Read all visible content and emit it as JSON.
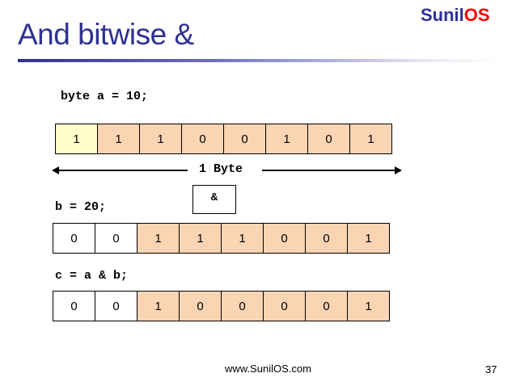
{
  "slide": {
    "title": "And bitwise &",
    "logo": {
      "part1": "Sunil",
      "part2": "OS"
    },
    "footer": "www.SunilOS.com",
    "page_number": "37"
  },
  "code": {
    "line_a": "byte a = 10;",
    "line_b": "b = 20;",
    "line_c": "c = a & b;"
  },
  "byte_label": "1 Byte",
  "operator": "&",
  "row_a": [
    "1",
    "1",
    "1",
    "0",
    "0",
    "1",
    "0",
    "1"
  ],
  "row_b": [
    "0",
    "0",
    "1",
    "1",
    "1",
    "0",
    "0",
    "1"
  ],
  "row_c": [
    "0",
    "0",
    "1",
    "0",
    "0",
    "0",
    "0",
    "1"
  ],
  "colors": {
    "title": "#2e3192",
    "logo_accent": "#ff0000",
    "cell_first": "#ffffcc",
    "cell_highlight": "#fbd4b4",
    "cell_plain": "#ffffff"
  }
}
